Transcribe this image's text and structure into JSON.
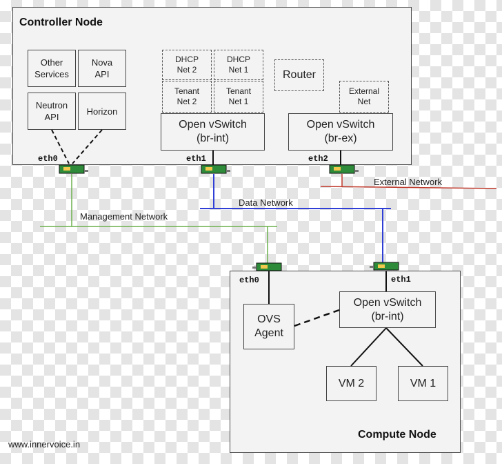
{
  "controller": {
    "title": "Controller Node",
    "other_services": "Other Services",
    "nova_api": "Nova API",
    "neutron_api": "Neutron API",
    "horizon": "Horizon",
    "dhcp_net2": "DHCP Net 2",
    "dhcp_net1": "DHCP Net 1",
    "tenant_net2": "Tenant Net 2",
    "tenant_net1": "Tenant Net 1",
    "router": "Router",
    "external_net": "External Net",
    "ovs_int": "Open vSwitch (br-int)",
    "ovs_ex": "Open vSwitch (br-ex)",
    "eth0": "eth0",
    "eth1": "eth1",
    "eth2": "eth2"
  },
  "networks": {
    "external": "External Network",
    "data": "Data Network",
    "management": "Management Network"
  },
  "compute": {
    "title": "Compute Node",
    "eth0": "eth0",
    "eth1": "eth1",
    "ovs_agent": "OVS Agent",
    "ovs_int": "Open vSwitch (br-int)",
    "vm2": "VM 2",
    "vm1": "VM 1"
  },
  "footer": {
    "url": "www.innervoice.in"
  },
  "colors": {
    "management": "#6ab04c",
    "data": "#2f3fd6",
    "external": "#c0392b",
    "nic": "#2e8b3a"
  }
}
